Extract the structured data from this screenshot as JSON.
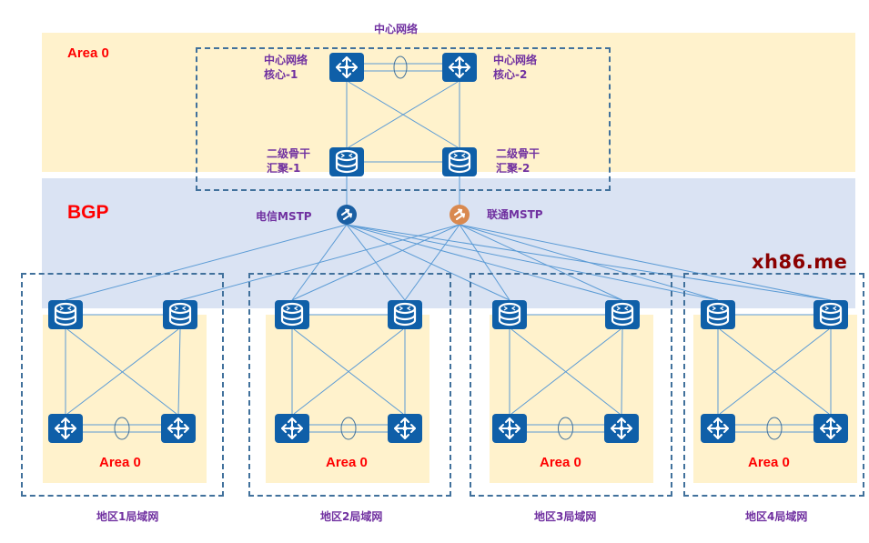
{
  "title": "中心网络",
  "watermark": "xh86.me",
  "colors": {
    "area_band": "#fff2cc",
    "bgp_band": "#dae3f3",
    "device_blue": "#0f5fa8",
    "telecom_mstp": "#1a5fa3",
    "unicom_mstp": "#d9894f",
    "link": "#5b9bd5",
    "dash_border": "#41719c",
    "label_red": "#ff0000",
    "label_purple": "#7030a0",
    "watermark": "#8b0000"
  },
  "center": {
    "area_label": "Area 0",
    "core_1_label": [
      "中心网络",
      "核心-1"
    ],
    "core_2_label": [
      "中心网络",
      "核心-2"
    ],
    "agg_1_label": [
      "二级骨干",
      "汇聚-1"
    ],
    "agg_2_label": [
      "二级骨干",
      "汇聚-2"
    ]
  },
  "bgp": {
    "label": "BGP",
    "telecom": {
      "label": "电信MSTP",
      "icon": "mstp-telecom-icon"
    },
    "unicom": {
      "label": "联通MSTP",
      "icon": "mstp-unicom-icon"
    }
  },
  "regions": [
    {
      "caption": "地区1局域网",
      "area_label": "Area 0"
    },
    {
      "caption": "地区2局域网",
      "area_label": "Area 0"
    },
    {
      "caption": "地区3局域网",
      "area_label": "Area 0"
    },
    {
      "caption": "地区4局域网",
      "area_label": "Area 0"
    }
  ],
  "device_types": {
    "core": "router-switch-icon",
    "aggregation": "router-icon"
  }
}
